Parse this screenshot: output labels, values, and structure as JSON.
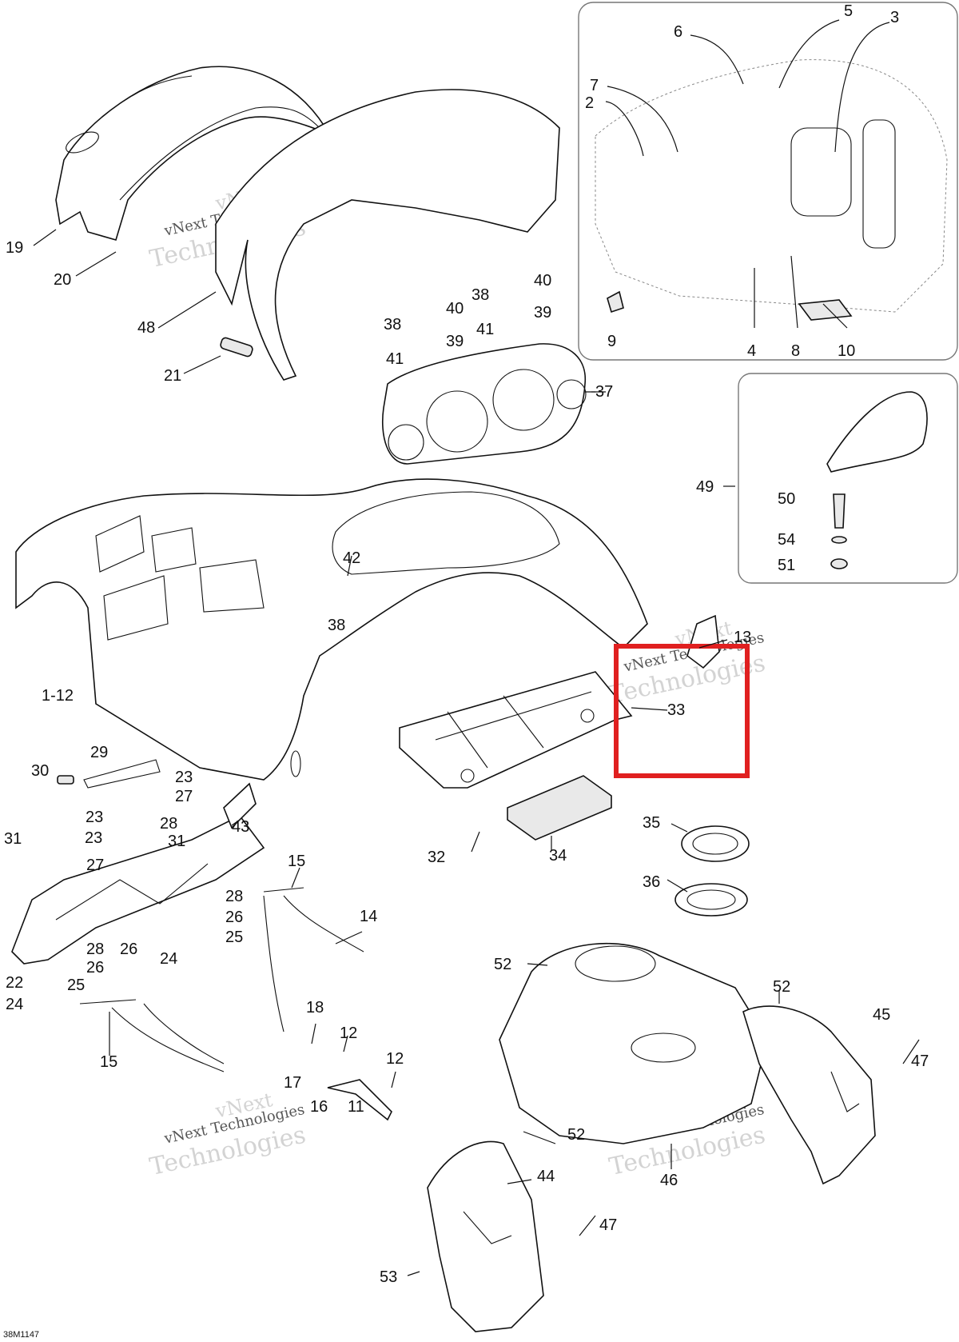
{
  "diagram": {
    "drawing_code": "38M1147",
    "watermark_lines": [
      "vNext",
      "vNext Technologies",
      "Technologies"
    ],
    "highlight_color": "#e02020",
    "part_labels": {
      "p19": "19",
      "p20": "20",
      "p48": "48",
      "p21": "21",
      "p6": "6",
      "p5": "5",
      "p3": "3",
      "p7": "7",
      "p2": "2",
      "p9": "9",
      "p4": "4",
      "p8": "8",
      "p10": "10",
      "p40a": "40",
      "p38a": "38",
      "p39a": "39",
      "p41a": "41",
      "p40b": "40",
      "p38b": "38",
      "p39b": "39",
      "p41b": "41",
      "p37": "37",
      "p49": "49",
      "p50": "50",
      "p54": "54",
      "p51": "51",
      "p42": "42",
      "p38c": "38",
      "p1_12": "1-12",
      "p13": "13",
      "p33": "33",
      "p29": "29",
      "p30": "30",
      "p23a": "23",
      "p27a": "27",
      "p43": "43",
      "p23b": "23",
      "p28a": "28",
      "p31a": "31",
      "p23c": "23",
      "p31b": "31",
      "p27b": "27",
      "p15a": "15",
      "p28b": "28",
      "p26a": "26",
      "p25a": "25",
      "p14": "14",
      "p26b": "26",
      "p24a": "24",
      "p28c": "28",
      "p26c": "26",
      "p22": "22",
      "p25b": "25",
      "p24b": "24",
      "p32": "32",
      "p34": "34",
      "p35": "35",
      "p36": "36",
      "p52a": "52",
      "p52b": "52",
      "p45": "45",
      "p47a": "47",
      "p18": "18",
      "p12a": "12",
      "p12b": "12",
      "p15b": "15",
      "p17": "17",
      "p16": "16",
      "p11": "11",
      "p52c": "52",
      "p46": "46",
      "p44": "44",
      "p47b": "47",
      "p53": "53"
    }
  }
}
